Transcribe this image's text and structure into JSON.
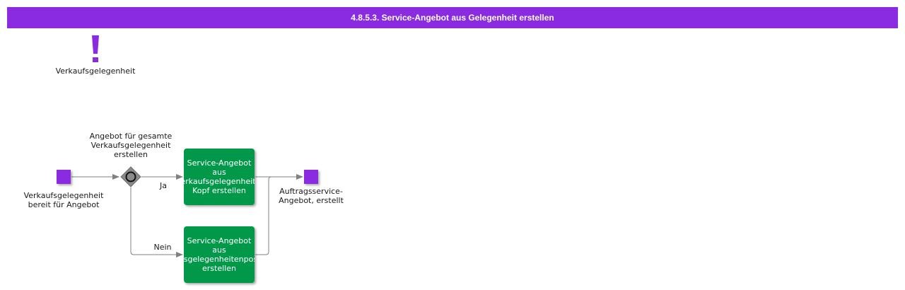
{
  "title": "4.8.5.3. Service-Angebot aus Gelegenheit erstellen",
  "info_object": {
    "icon": "exclamation-icon",
    "label": "Verkaufsgelegenheit"
  },
  "start_event": {
    "label": "Verkaufsgelegenheit\nbereit für Angebot"
  },
  "gateway": {
    "icon": "gateway-diamond-icon",
    "label": "Angebot für gesamte\nVerkaufsgelegenheit\nerstellen"
  },
  "branches": {
    "yes": "Ja",
    "no": "Nein"
  },
  "tasks": [
    {
      "text": "Service-Angebot\naus\nVerkaufsgelegenheits-\nKopf erstellen"
    },
    {
      "text": "Service-Angebot\naus\nVerkaufsgelegenheitenpositionen\nerstellen"
    }
  ],
  "end_event": {
    "label": "Auftragsservice-\nAngebot, erstellt"
  },
  "colors": {
    "accent": "#8a2be2",
    "task": "#019949",
    "gateway": "#888888",
    "connector": "#808080"
  }
}
